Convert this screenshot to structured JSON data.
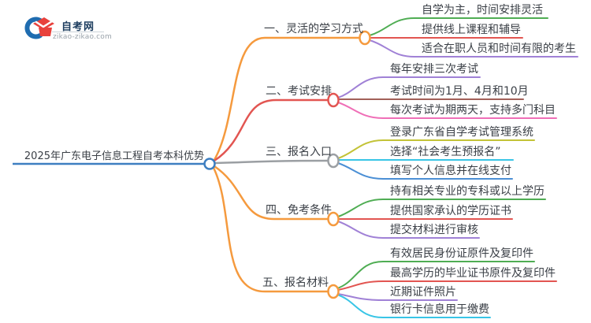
{
  "logo": {
    "title": "自考网",
    "domain": "zikao-zikao.com",
    "icon": "graduation-cap-icon",
    "icon_colors": {
      "cap": "#e8413c",
      "swoosh": "#1f6cb0"
    }
  },
  "root": {
    "label": "2025年广东电子信息工程自考本科优势",
    "color": "#3e7fc1"
  },
  "branches": [
    {
      "label": "一、灵活的学习方式",
      "color": "#f59a3e",
      "children": [
        {
          "text": "自学为主，时间安排灵活",
          "color": "#4fad53"
        },
        {
          "text": "提供线上课程和辅导",
          "color": "#e25551"
        },
        {
          "text": "适合在职人员和时间有限的考生",
          "color": "#a081d6"
        }
      ]
    },
    {
      "label": "二、考试安排",
      "color": "#e25551",
      "children": [
        {
          "text": "每年安排三次考试",
          "color": "#a081d6"
        },
        {
          "text": "考试时间为1月、4月和10月",
          "color": "#a26058"
        },
        {
          "text": "每次考试为期两天，支持多门科目",
          "color": "#ef6fb7"
        }
      ]
    },
    {
      "label": "三、报名入口",
      "color": "#9b9fa3",
      "children": [
        {
          "text": "登录广东省自学考试管理系统",
          "color": "#c3c337"
        },
        {
          "text": "选择“社会考生预报名”",
          "color": "#38c5e6"
        },
        {
          "text": "填写个人信息并在线支付",
          "color": "#4b8fd5"
        }
      ]
    },
    {
      "label": "四、免考条件",
      "color": "#f59a3e",
      "children": [
        {
          "text": "持有相关专业的专科或以上学历",
          "color": "#4fad53"
        },
        {
          "text": "提供国家承认的学历证书",
          "color": "#e25551"
        },
        {
          "text": "提交材料进行审核",
          "color": "#a081d6"
        }
      ]
    },
    {
      "label": "五、报名材料",
      "color": "#f59a3e",
      "children": [
        {
          "text": "有效居民身份证原件及复印件",
          "color": "#4fad53"
        },
        {
          "text": "最高学历的毕业证书原件及复印件",
          "color": "#e25551"
        },
        {
          "text": "近期证件照片",
          "color": "#a081d6"
        },
        {
          "text": "银行卡信息用于缴费",
          "color": "#38c5e6"
        }
      ]
    }
  ]
}
